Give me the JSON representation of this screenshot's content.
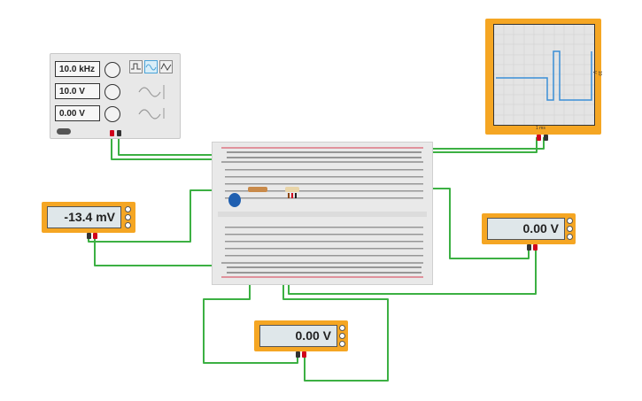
{
  "function_generator": {
    "frequency": "10.0 kHz",
    "amplitude": "10.0 V",
    "dc_offset": "0.00 V",
    "waveforms": [
      "square",
      "sine",
      "triangle"
    ],
    "selected_waveform": "sine"
  },
  "oscilloscope": {
    "side_label": "10 V",
    "time_label": "1 ms"
  },
  "multimeters": {
    "left": {
      "reading": "-13.4 mV"
    },
    "right": {
      "reading": "0.00 V"
    },
    "bottom": {
      "reading": "0.00 V"
    }
  },
  "colors": {
    "wire": "#3cb043",
    "instrument": "#f5a623",
    "probe_positive": "#d0021b",
    "probe_negative": "#333333",
    "trace": "#3b8fd6",
    "capacitor": "#1f5fb0"
  }
}
